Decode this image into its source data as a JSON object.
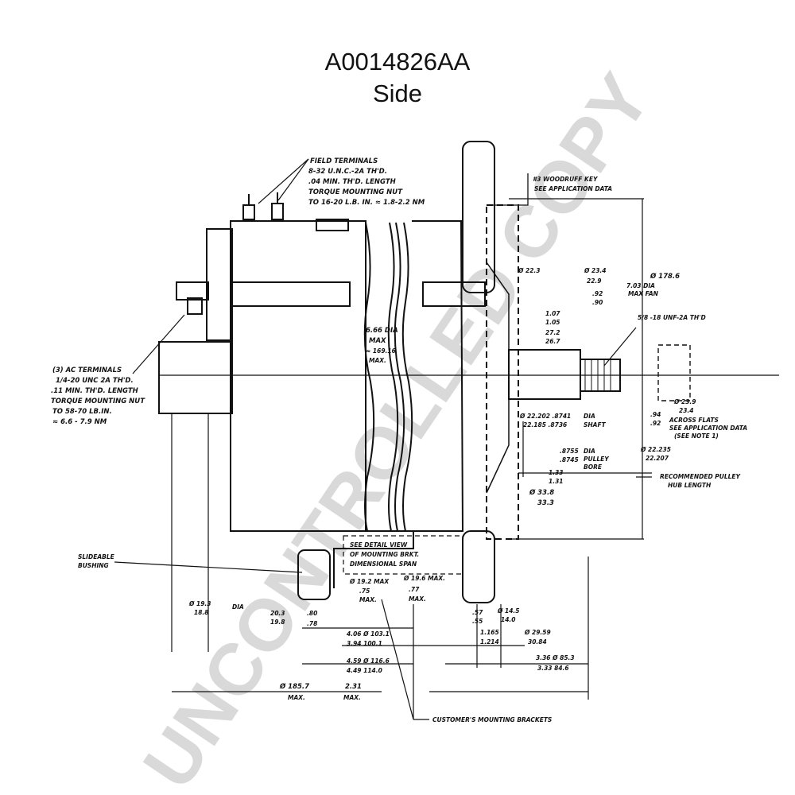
{
  "title": {
    "part_number": "A0014826AA",
    "view": "Side"
  },
  "watermark": "UNCONTROLLED COPY",
  "colors": {
    "ink": "#111111",
    "watermark": "#d9d9d9",
    "background": "#ffffff"
  },
  "callouts": {
    "field_terminals": [
      "FIELD TERMINALS",
      "8-32 U.N.C.-2A TH'D.",
      ".04 MIN. TH'D. LENGTH",
      "TORQUE MOUNTING NUT",
      "TO 16-20 L.B. IN.  ≈ 1.8-2.2 NM"
    ],
    "ac_terminals": [
      "(3) AC TERMINALS",
      "1/4-20 UNC 2A TH'D.",
      ".11 MIN. TH'D. LENGTH",
      "TORQUE MOUNTING NUT",
      "TO 58-70 LB.IN.",
      "≈ 6.6 - 7.9 NM"
    ],
    "woodruff": [
      "#3 WOODRUFF KEY",
      "SEE APPLICATION DATA"
    ],
    "fan": [
      "7.03 DIA",
      "MAX FAN"
    ],
    "fan_metric": "Ø 178.6",
    "thread": "5/8 -18 UNF-2A TH'D",
    "body_dia": [
      "6.66 DIA",
      "MAX",
      "≈ 169.16",
      "MAX."
    ],
    "across_flats": [
      "ACROSS FLATS",
      "SEE APPLICATION DATA",
      "(SEE NOTE 1)"
    ],
    "shaft_dia": [
      "DIA",
      "SHAFT"
    ],
    "pulley_bore": [
      "DIA",
      "PULLEY",
      "BORE"
    ],
    "pulley_hub": [
      "RECOMMENDED PULLEY",
      "HUB LENGTH"
    ],
    "detail_view": [
      "SEE DETAIL VIEW",
      "OF MOUNTING BRKT.",
      "DIMENSIONAL SPAN"
    ],
    "slideable": [
      "SLIDEABLE",
      "BUSHING"
    ],
    "customer_brackets": "CUSTOMER'S MOUNTING BRACKETS"
  },
  "dimensions": {
    "d_23_4": "Ø 23.4",
    "d_22_9": "22.9",
    "d_22_3": "Ø 22.3",
    "d_92": ".92",
    "d_90": ".90",
    "d_107": "1.07",
    "d_105": "1.05",
    "d_272": "27.2",
    "d_267": "26.7",
    "d_flats_94": ".94",
    "d_flats_92": ".92",
    "d_flats_23_9": "Ø 23.9",
    "d_flats_23_4": "23.4",
    "shaft_in": [
      "Ø 22.202 .8741",
      "22.185 .8736"
    ],
    "bore_in": [
      ".8755",
      ".8745"
    ],
    "bore_mm": [
      "Ø 22.235",
      "22.207"
    ],
    "hub_in": [
      "1.33",
      "1.31"
    ],
    "hub_mm": [
      "Ø 33.8",
      "33.3"
    ],
    "bracket_left": [
      "Ø 19.2  MAX",
      ".75",
      "MAX."
    ],
    "bracket_right": [
      "Ø 19.6  MAX.",
      ".77",
      "MAX."
    ],
    "bush_dia": [
      "Ø 19.3",
      "18.8",
      "DIA"
    ],
    "bush_small": [
      "20.3",
      "19.8"
    ],
    "d_80": [
      ".80",
      ".78"
    ],
    "d_57": [
      ".57",
      ".55"
    ],
    "d_145": [
      "Ø 14.5",
      "14.0"
    ],
    "span_406": [
      "4.06 Ø 103.1",
      "3.94  100.1"
    ],
    "span_1165": [
      "1.165",
      "1.214"
    ],
    "span_2959": [
      "Ø 29.59",
      "30.84"
    ],
    "span_459": [
      "4.59 Ø 116.6",
      "4.49  114.0"
    ],
    "span_336": [
      "3.36 Ø 85.3",
      "3.33  84.6"
    ],
    "overall_mm": [
      "Ø 185.7",
      "MAX."
    ],
    "overall_in": [
      "2.31",
      "MAX."
    ]
  }
}
